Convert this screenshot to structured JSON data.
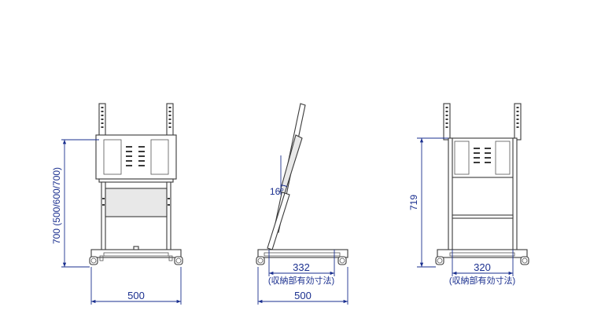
{
  "colors": {
    "dimension": "#1a2f8f",
    "drawing": "#3a3a3a"
  },
  "front_view": {
    "height_label": "700 (500/600/700)",
    "width_label": "500"
  },
  "side_view": {
    "angle_label": "16°",
    "storage_depth_label": "332",
    "storage_note": "(収納部有効寸法)",
    "depth_label": "500"
  },
  "rear_view": {
    "height_label": "719",
    "storage_width_label": "320",
    "storage_note": "(収納部有効寸法)"
  }
}
